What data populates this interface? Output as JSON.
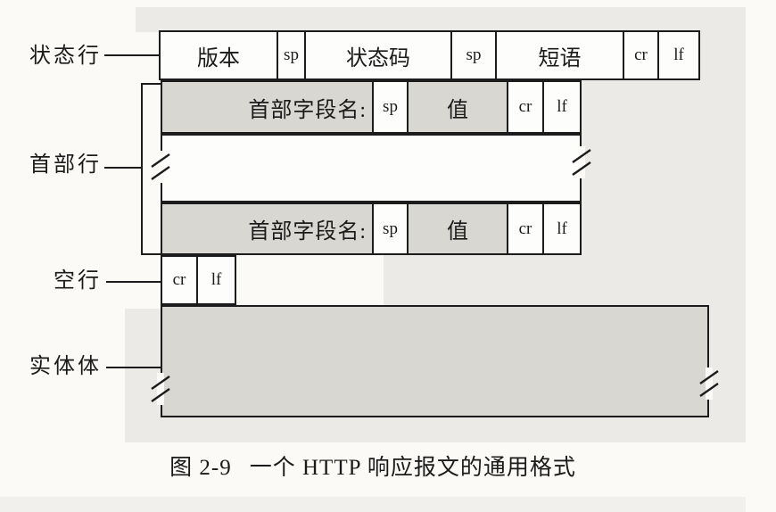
{
  "figure": {
    "caption_prefix": "图 2-9",
    "caption_text": "一个 HTTP 响应报文的通用格式"
  },
  "row_labels": {
    "status_line": "状态行",
    "header_lines": "首部行",
    "blank_line": "空行",
    "entity_body": "实体体"
  },
  "diagram": {
    "status_row": {
      "cells": [
        {
          "text": "版本"
        },
        {
          "text": "sp"
        },
        {
          "text": "状态码"
        },
        {
          "text": "sp"
        },
        {
          "text": "短语"
        },
        {
          "text": "cr"
        },
        {
          "text": "lf"
        }
      ]
    },
    "header_row": {
      "cells": [
        {
          "text": "首部字段名:"
        },
        {
          "text": "sp"
        },
        {
          "text": "值"
        },
        {
          "text": "cr"
        },
        {
          "text": "lf"
        }
      ]
    },
    "blank_row": {
      "cells": [
        {
          "text": "cr"
        },
        {
          "text": "lf"
        }
      ]
    }
  },
  "colors": {
    "page_bg": "#fbfaf7",
    "scan_shade": "#ebeae6",
    "scan_strip": "#f1f0ec",
    "cell_shaded": "#d8d7d2",
    "entity_fill": "#d8d7d2",
    "line": "#1c1c1c",
    "ink": "#1b1b1b"
  }
}
